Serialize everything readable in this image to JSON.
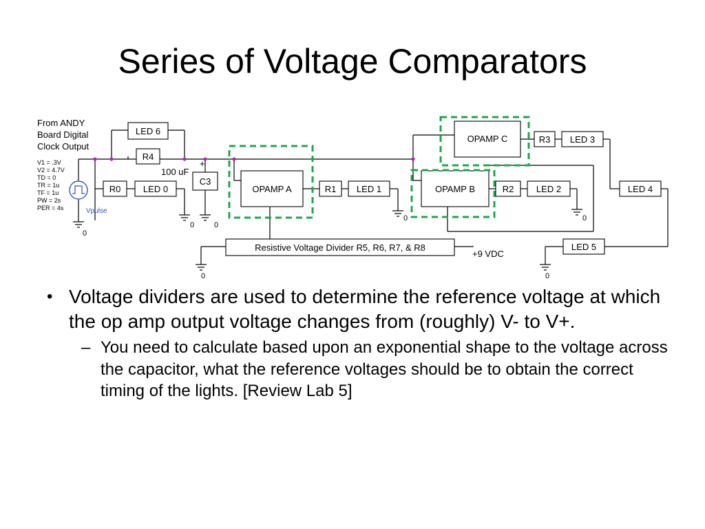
{
  "slide": {
    "title": "Series of Voltage Comparators",
    "bullets": [
      {
        "text": "Voltage dividers are used to determine the reference voltage at which the op amp output voltage changes from (roughly) V- to V+.",
        "subbullets": [
          "You need to calculate based upon an exponential shape to the voltage across the capacitor, what the reference voltages should be to obtain the correct timing of the lights.  [Review Lab 5]"
        ]
      }
    ]
  },
  "circuit": {
    "source_note": [
      "From ANDY",
      "Board Digital",
      "Clock Output"
    ],
    "vpulse_params": [
      "V1 = .3V",
      "V2 = 4.7V",
      "TD = 0",
      "TR = 1u",
      "TF = 1u",
      "PW = 2s",
      "PER = 4s"
    ],
    "source_label": "Vpulse",
    "ground_label": "0",
    "capacitor_value": "100 uF",
    "cap_polarity": "+",
    "supply_label": "+9 VDC",
    "components": {
      "r0": "R0",
      "r1": "R1",
      "r2": "R2",
      "r3": "R3",
      "r4": "R4",
      "c3": "C3",
      "led0": "LED 0",
      "led1": "LED 1",
      "led2": "LED 2",
      "led3": "LED 3",
      "led4": "LED 4",
      "led5": "LED 5",
      "led6": "LED 6",
      "opamp_a": "OPAMP A",
      "opamp_b": "OPAMP B",
      "opamp_c": "OPAMP C",
      "divider": "Resistive Voltage Divider R5, R6, R7, & R8"
    }
  },
  "colors": {
    "highlight": "#19a84a",
    "node": "#c020c0",
    "wire": "#000000"
  }
}
